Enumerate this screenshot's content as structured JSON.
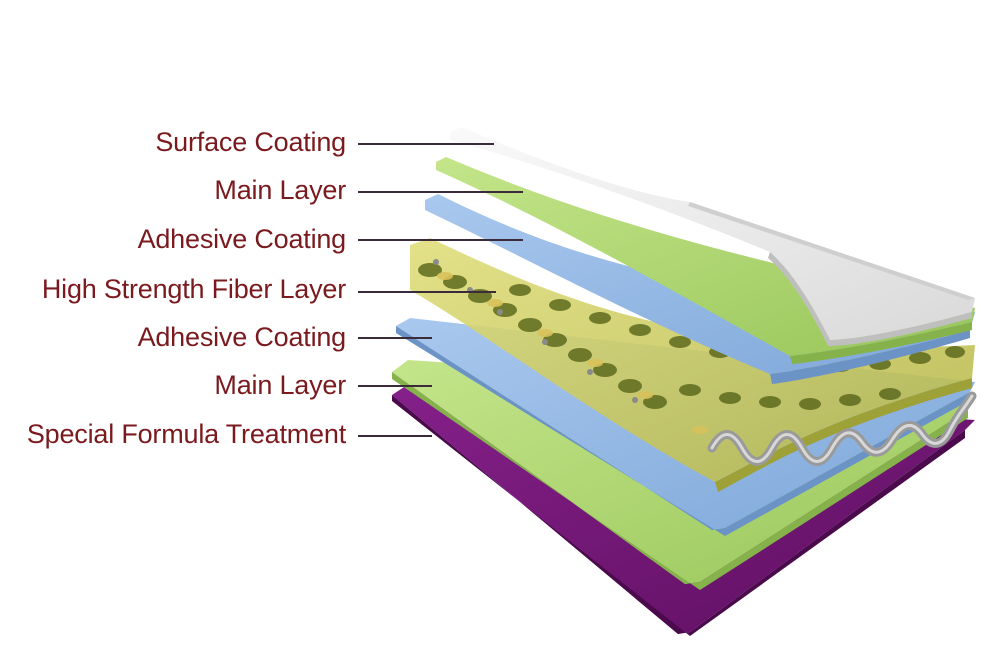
{
  "diagram": {
    "labels": [
      {
        "text": "Surface Coating"
      },
      {
        "text": "Main Layer"
      },
      {
        "text": "Adhesive Coating"
      },
      {
        "text": "High Strength Fiber Layer"
      },
      {
        "text": "Adhesive Coating"
      },
      {
        "text": "Main Layer"
      },
      {
        "text": "Special Formula Treatment"
      }
    ],
    "colors": {
      "label_text": "#7a1a1e",
      "leader_line": "#3a2a3a",
      "surface_coating": "#e9e9e9",
      "main_layer": "#a9d36a",
      "adhesive_coating": "#8fb6e3",
      "fiber_layer": "#c9c85a",
      "special_formula": "#6e1470"
    }
  }
}
